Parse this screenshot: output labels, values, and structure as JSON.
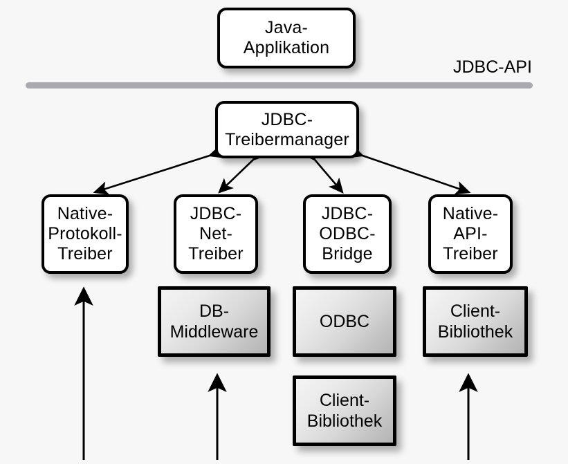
{
  "diagram": {
    "title_label": "JDBC-API",
    "background_color": "#f7f7f7",
    "line_color": "#a9a9af",
    "box_border_color": "#000000",
    "white_box_fill": "#ffffff",
    "gray_box_fill": "#d8d8d8",
    "nodes": {
      "java_application": "Java-\nApplikation",
      "java_application_line1": "Java-",
      "java_application_line2": "Applikation",
      "treibermanager_line1": "JDBC-",
      "treibermanager_line2": "Treibermanager",
      "driver1_line1": "Native-",
      "driver1_line2": "Protokoll-",
      "driver1_line3": "Treiber",
      "driver2_line1": "JDBC-",
      "driver2_line2": "Net-",
      "driver2_line3": "Treiber",
      "driver3_line1": "JDBC-",
      "driver3_line2": "ODBC-",
      "driver3_line3": "Bridge",
      "driver4_line1": "Native-",
      "driver4_line2": "API-",
      "driver4_line3": "Treiber",
      "middleware_line1": "DB-",
      "middleware_line2": "Middleware",
      "odbc_label": "ODBC",
      "clientlib_right_line1": "Client-",
      "clientlib_right_line2": "Bibliothek",
      "clientlib_center_line1": "Client-",
      "clientlib_center_line2": "Bibliothek"
    }
  }
}
